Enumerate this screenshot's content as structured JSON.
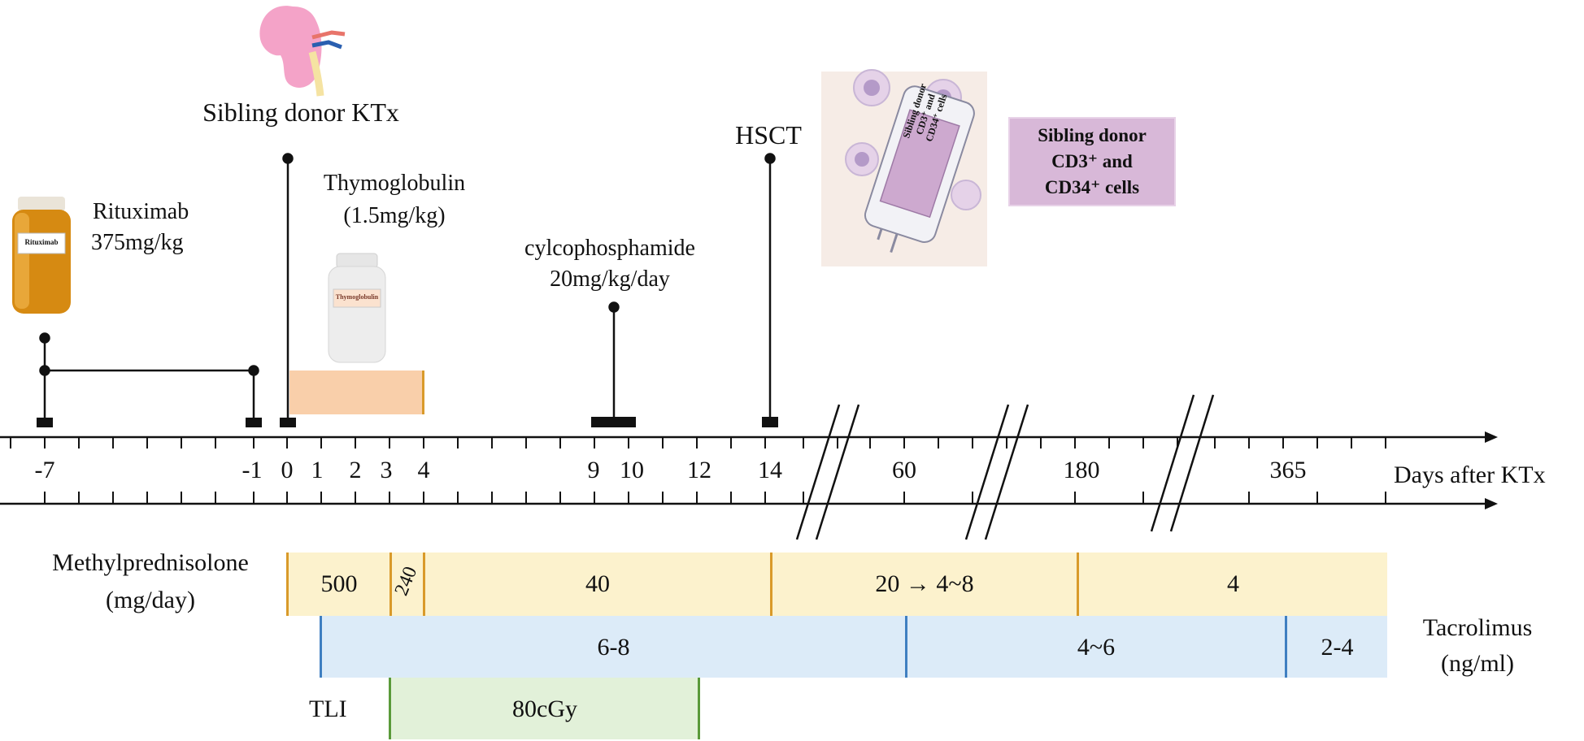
{
  "events": {
    "ktx": "Sibling donor KTx",
    "hsct": "HSCT",
    "rituximab_name": "Rituximab",
    "rituximab_dose": "375mg/kg",
    "thymo_name": "Thymoglobulin",
    "thymo_dose": "(1.5mg/kg)",
    "cyclo_name": "cylcophosphamide",
    "cyclo_dose": "20mg/kg/day"
  },
  "bottle_labels": {
    "rituximab": "Rituximab",
    "thymoglobulin": "Thymoglobulin"
  },
  "cell_bag_label": [
    "Sibling donor",
    "CD3⁺ and",
    "CD34⁺ cells"
  ],
  "donor_box": {
    "line1": "Sibling donor",
    "line2": "CD3⁺ and",
    "line3": "CD34⁺ cells"
  },
  "axis": {
    "ticks": [
      "-7",
      "-1",
      "0",
      "1",
      "2",
      "3",
      "4",
      "9",
      "10",
      "12",
      "14",
      "60",
      "180",
      "365"
    ],
    "label": "Days after KTx"
  },
  "methylprednisolone": {
    "label_line1": "Methylprednisolone",
    "label_line2": "(mg/day)",
    "segments": [
      "500",
      "240",
      "40",
      "20 → 4~8",
      "4"
    ]
  },
  "tacrolimus": {
    "label_line1": "Tacrolimus",
    "label_line2": "(ng/ml)",
    "segments": [
      "6-8",
      "4~6",
      "2-4"
    ]
  },
  "tli": {
    "label": "TLI",
    "dose": "80cGy"
  },
  "colors": {
    "methylprednisolone_band": "#fcf2cd",
    "tacrolimus_band": "#dcebf8",
    "tli_band": "#e2f1d9",
    "thymoglobulin_bar": "#f9cfaa",
    "donor_box": "#d8b8d8"
  }
}
